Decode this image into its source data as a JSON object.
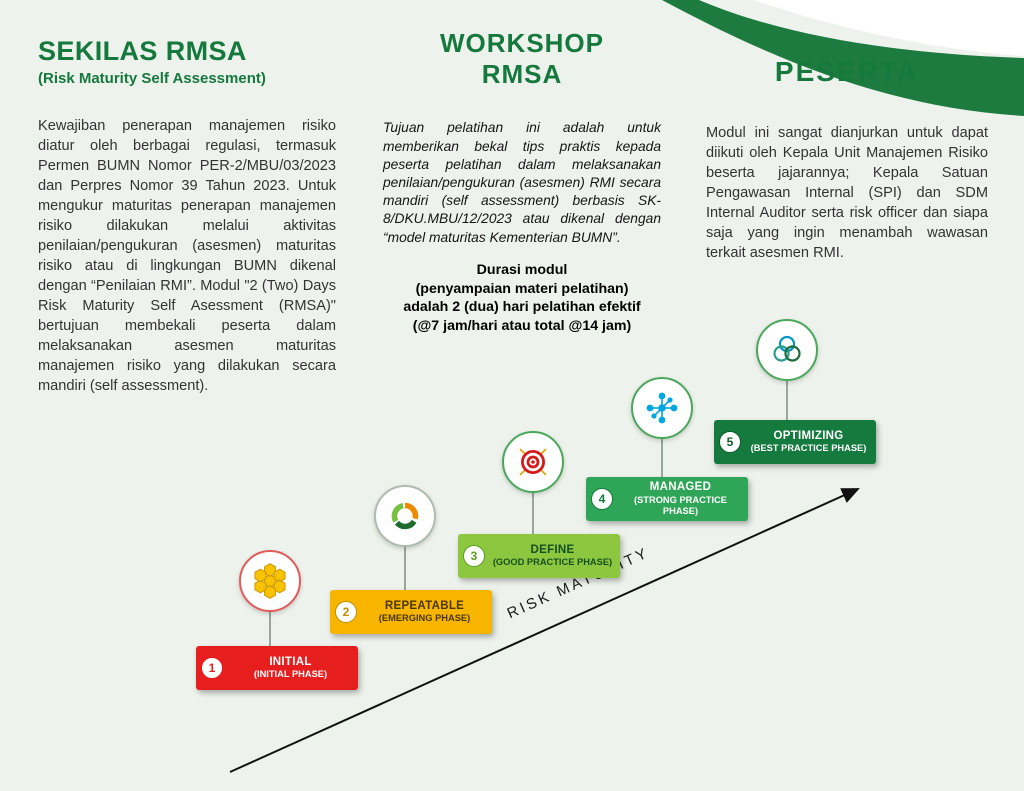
{
  "page": {
    "background": "#edf3ec",
    "accent_green": "#15793e"
  },
  "sections": {
    "sekilas": {
      "title": "SEKILAS RMSA",
      "subtitle": "(Risk Maturity Self Assessment)",
      "body": "Kewajiban penerapan manajemen risiko diatur oleh berbagai regulasi, termasuk Permen BUMN Nomor PER-2/MBU/03/2023 dan Perpres Nomor 39 Tahun 2023. Untuk mengukur maturitas penerapan manajemen risiko dilakukan melalui aktivitas penilaian/pengukuran (asesmen) maturitas risiko atau di lingkungan BUMN dikenal dengan “Penilaian RMI”. Modul \"2 (Two) Days Risk Maturity Self Asessment (RMSA)\" bertujuan membekali peserta dalam melaksanakan asesmen maturitas manajemen risiko yang dilakukan secara mandiri (self assessment)."
    },
    "workshop": {
      "title": "WORKSHOP\nRMSA",
      "body": "Tujuan pelatihan ini adalah untuk memberikan bekal tips praktis kepada peserta pelatihan dalam melaksanakan penilaian/pengukuran (asesmen) RMI secara mandiri (self assessment) berbasis SK-8/DKU.MBU/12/2023 atau dikenal dengan “model maturitas Kementerian BUMN”.",
      "duration": "Durasi modul\n(penyampaian materi pelatihan)\nadalah 2 (dua) hari pelatihan efektif\n(@7 jam/hari atau total @14 jam)"
    },
    "peserta": {
      "title": "PESERTA",
      "body": "Modul ini sangat dianjurkan untuk dapat diikuti oleh Kepala Unit Manajemen Risiko beserta jajarannya; Kepala Satuan Pengawasan Internal (SPI) dan SDM Internal Auditor serta risk officer dan siapa saja yang ingin menambah wawasan terkait asesmen RMI."
    }
  },
  "diagram": {
    "axis_label": "RISK MATURITY",
    "steps": [
      {
        "num": "1",
        "name": "INITIAL",
        "phase": "(INITIAL PHASE)",
        "color": "#e61e1e",
        "text_color": "#ffffff",
        "ring_color": "#e25b5b",
        "num_color": "#e61e1e",
        "icon": "honeycomb-icon"
      },
      {
        "num": "2",
        "name": "REPEATABLE",
        "phase": "(EMERGING PHASE)",
        "color": "#f7b500",
        "text_color": "#4a3700",
        "ring_color": "#aebcae",
        "num_color": "#c08f00",
        "icon": "cycle-arrows-icon"
      },
      {
        "num": "3",
        "name": "DEFINE",
        "phase": "(GOOD PRACTICE PHASE)",
        "color": "#8dc63f",
        "text_color": "#14501e",
        "ring_color": "#4aa85a",
        "num_color": "#5a9e1f",
        "icon": "target-icon"
      },
      {
        "num": "4",
        "name": "MANAGED",
        "phase": "(STRONG PRACTICE PHASE)",
        "color": "#2fa557",
        "text_color": "#ffffff",
        "ring_color": "#4aa85a",
        "num_color": "#157a3e",
        "icon": "network-icon"
      },
      {
        "num": "5",
        "name": "OPTIMIZING",
        "phase": "(BEST PRACTICE PHASE)",
        "color": "#157a3e",
        "text_color": "#ffffff",
        "ring_color": "#4aa85a",
        "num_color": "#0e5c2d",
        "icon": "triquetra-icon"
      }
    ]
  }
}
